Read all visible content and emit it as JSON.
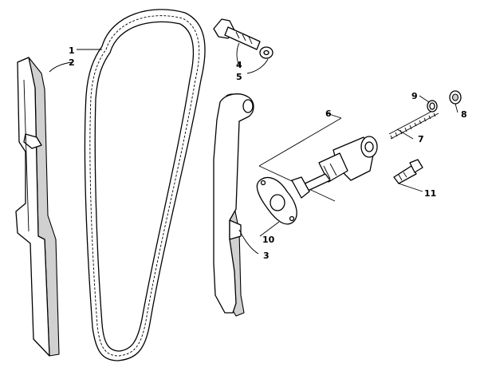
{
  "callouts": {
    "c1": "1",
    "c2": "2",
    "c3": "3",
    "c4": "4",
    "c5": "5",
    "c6": "6",
    "c7": "7",
    "c8": "8",
    "c9": "9",
    "c10": "10",
    "c11": "11"
  },
  "colors": {
    "line": "#000000",
    "shade": "#d0d0d0",
    "background": "#ffffff"
  }
}
